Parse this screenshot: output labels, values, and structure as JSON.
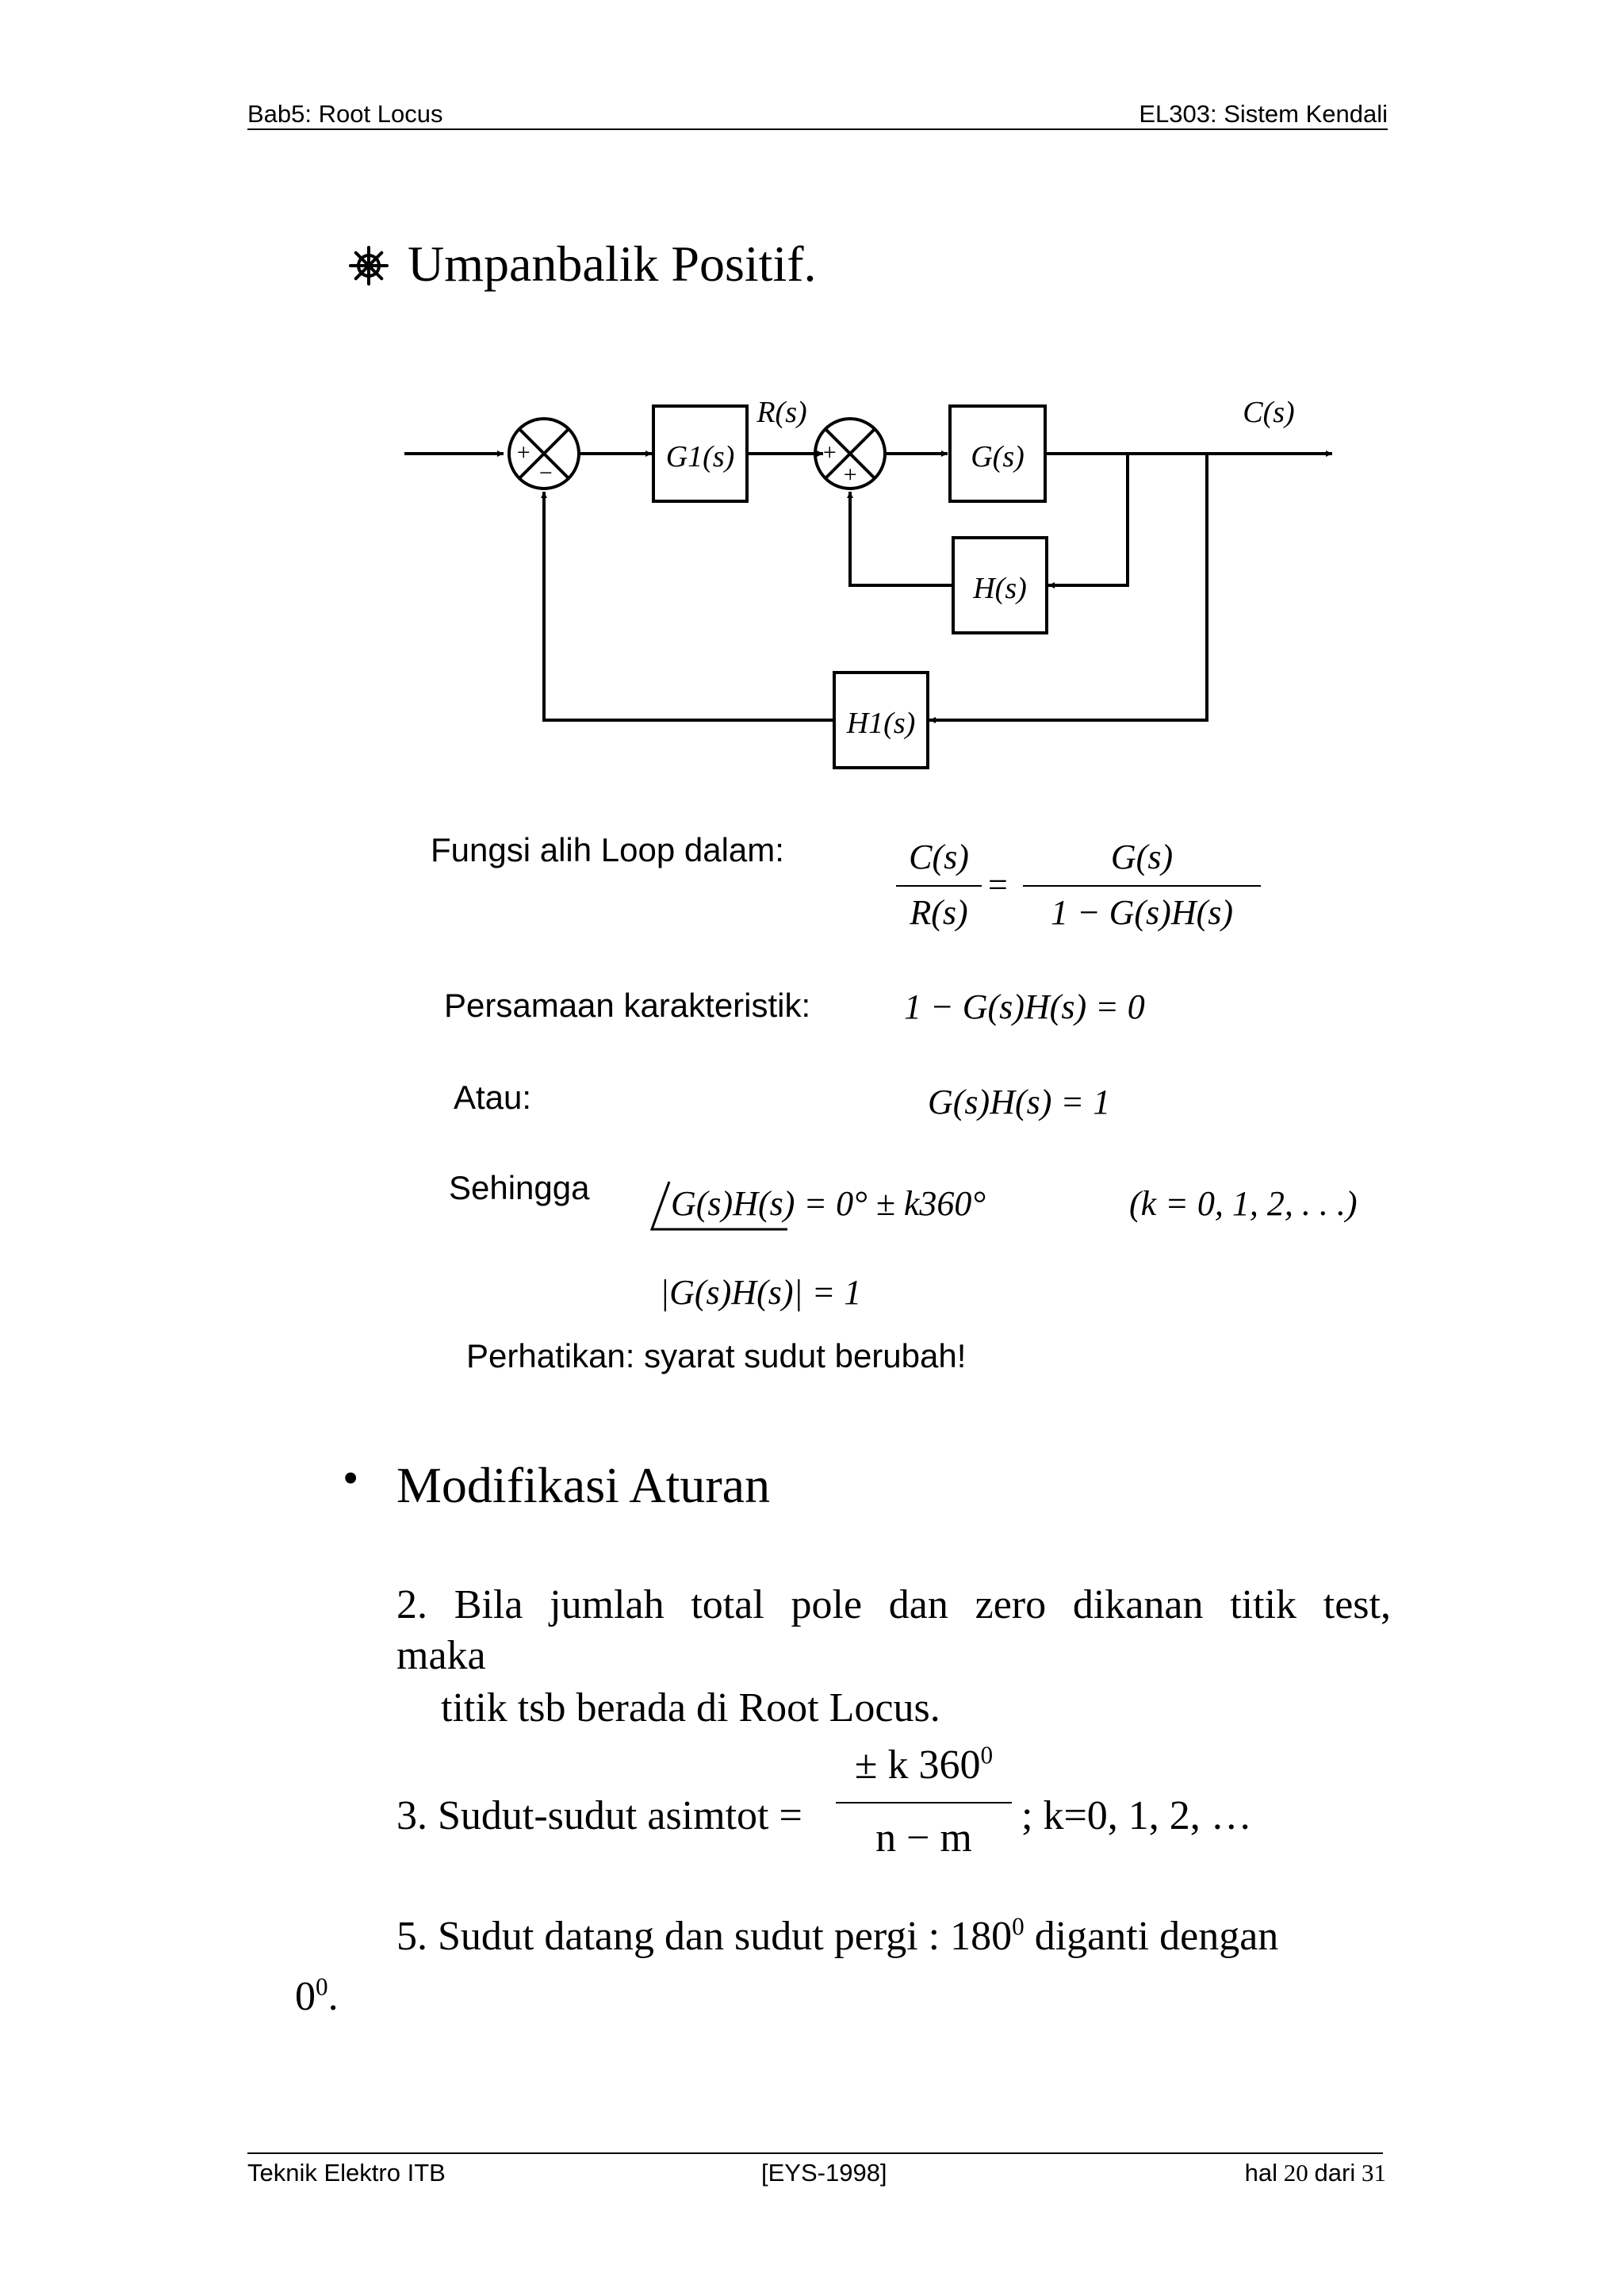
{
  "header": {
    "left": "Bab5: Root Locus",
    "right": "EL303: Sistem Kendali"
  },
  "section1": {
    "bullet_icon": "ship-wheel-icon",
    "title": "Umpanbalik Positif."
  },
  "diagram": {
    "blocks": {
      "g1": "G1(s)",
      "g": "G(s)",
      "h": "H(s)",
      "h1": "H1(s)"
    },
    "signals": {
      "r": "R(s)",
      "c": "C(s)"
    },
    "signs": {
      "sum1_top": "+",
      "sum1_bottom": "−",
      "sum2_top": "+",
      "sum2_bottom": "+"
    }
  },
  "equations": {
    "loop_label": "Fungsi alih Loop dalam:",
    "loop_lhs_num": "C(s)",
    "loop_lhs_den": "R(s)",
    "loop_eq": "=",
    "loop_rhs_num": "G(s)",
    "loop_rhs_den": "1 − G(s)H(s)",
    "char_label": "Persamaan karakteristik:",
    "char_eq": "1 − G(s)H(s) = 0",
    "atau_label": "Atau:",
    "atau_eq": "G(s)H(s) = 1",
    "sehingga_label": "Sehingga",
    "angle_eq": "G(s)H(s) = 0° ± k360°",
    "angle_k": "(k = 0, 1, 2, . . .)",
    "mag_eq": "|G(s)H(s)| = 1",
    "note": "Perhatikan: syarat sudut berubah!"
  },
  "section2": {
    "bullet": "•",
    "title": "Modifikasi Aturan"
  },
  "rules": {
    "rule2_line1": "2. Bila jumlah total pole dan zero dikanan titik test,",
    "rule2_line2": "maka",
    "rule2_line3": "titik tsb berada di Root Locus.",
    "rule3_prefix": "3. Sudut-sudut asimtot =",
    "rule3_num": "± k 360",
    "rule3_num_sup": "0",
    "rule3_den": "n − m",
    "rule3_suffix": "; k=0, 1, 2, …",
    "rule5_text": "5. Sudut datang dan sudut pergi : 180",
    "rule5_sup": "0",
    "rule5_tail": " diganti dengan",
    "rule5_cont": "0",
    "rule5_cont_sup": "0",
    "rule5_cont_end": "."
  },
  "footer": {
    "left": "Teknik Elektro ITB",
    "center": "[EYS-1998]",
    "right_prefix": "hal",
    "page": "20",
    "of": "dari",
    "total": "31"
  }
}
